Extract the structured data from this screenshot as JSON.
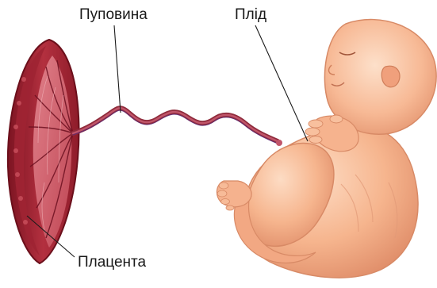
{
  "labels": {
    "umbilical_cord": "Пуповина",
    "fetus": "Плід",
    "placenta": "Плацента"
  },
  "colors": {
    "placenta_dark": "#8e1c2a",
    "placenta_mid": "#b83646",
    "placenta_light": "#d9707c",
    "cord": "#9a3040",
    "cord_vessel": "#5a2a7a",
    "skin_base": "#f6b58e",
    "skin_shade": "#e79772",
    "skin_dark": "#d27e5c",
    "skin_highlight": "#fcd3b6"
  }
}
